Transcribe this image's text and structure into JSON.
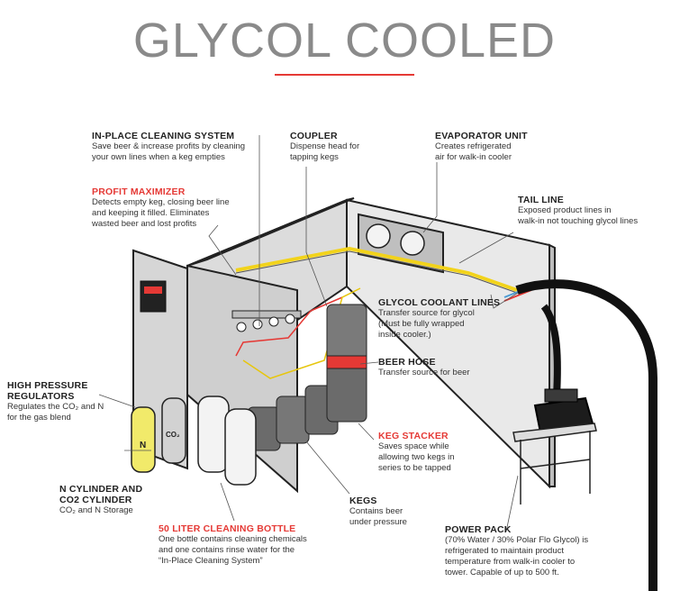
{
  "title": "GLYCOL COOLED",
  "colors": {
    "accent": "#e53935",
    "title_gray": "#8a8a8a",
    "glycol_line": "#f2d31b",
    "tail_blue": "#4a9bd4",
    "tail_red": "#e53935"
  },
  "tanks": {
    "n_label": "N",
    "co2_label": "CO₂"
  },
  "labels": {
    "cleaning_system": {
      "heading": "IN-PLACE CLEANING SYSTEM",
      "desc": [
        "Save beer & increase profits by cleaning",
        "your own lines when a keg empties"
      ]
    },
    "coupler": {
      "heading": "COUPLER",
      "desc": [
        "Dispense head for",
        "tapping kegs"
      ]
    },
    "evaporator": {
      "heading": "EVAPORATOR UNIT",
      "desc": [
        "Creates refrigerated",
        "air for walk-in cooler"
      ]
    },
    "profit_maximizer": {
      "heading": "PROFIT MAXIMIZER",
      "desc": [
        "Detects empty keg, closing beer line",
        "and keeping it filled. Eliminates",
        "wasted beer and lost profits"
      ]
    },
    "tail_line": {
      "heading": "TAIL LINE",
      "desc": [
        "Exposed product lines in",
        "walk-in not touching glycol lines"
      ]
    },
    "glycol_lines": {
      "heading": "GLYCOL COOLANT LINES",
      "desc": [
        "Transfer source for glycol",
        "(Must be fully wrapped",
        "inside cooler.)"
      ]
    },
    "beer_hose": {
      "heading": "BEER HOSE",
      "desc": [
        "Transfer source for beer"
      ]
    },
    "high_pressure": {
      "heading": [
        "HIGH PRESSURE",
        "REGULATORS"
      ],
      "desc": [
        "Regulates the CO₂ and N",
        "for the gas blend"
      ]
    },
    "keg_stacker": {
      "heading": "KEG STACKER",
      "desc": [
        "Saves space while",
        "allowing two kegs in",
        "series to be tapped"
      ]
    },
    "cylinders": {
      "heading": [
        "N CYLINDER AND",
        "CO2 CYLINDER"
      ],
      "desc": [
        "CO₂ and N Storage"
      ]
    },
    "kegs": {
      "heading": "KEGS",
      "desc": [
        "Contains beer",
        "under pressure"
      ]
    },
    "cleaning_bottle": {
      "heading": "50 LITER CLEANING BOTTLE",
      "desc": [
        "One bottle contains cleaning chemicals",
        "and one contains rinse water for the",
        "“In-Place Cleaning System”"
      ]
    },
    "power_pack": {
      "heading": "POWER PACK",
      "desc": [
        "(70% Water / 30% Polar Flo Glycol) is",
        "refrigerated to maintain product",
        "temperature from walk-in cooler to",
        "tower. Capable of up to 500 ft."
      ]
    }
  }
}
